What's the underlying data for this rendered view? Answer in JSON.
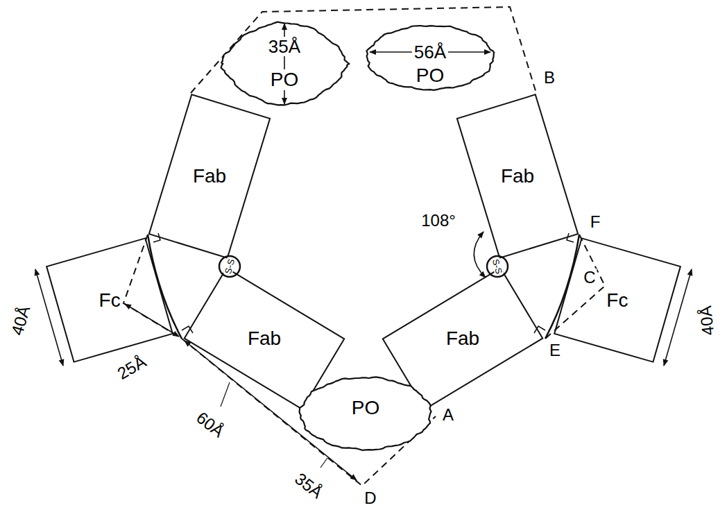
{
  "diagram": {
    "nodes": [
      {
        "text": [
          "35Å",
          "PO"
        ]
      },
      {
        "text": [
          "56Å",
          "PO"
        ]
      },
      {
        "text": [
          "Fab"
        ]
      },
      {
        "text": [
          "Fab"
        ]
      },
      {
        "text": [
          "Fc"
        ]
      },
      {
        "text": [
          "Fab"
        ]
      },
      {
        "text": [
          "Fab"
        ]
      },
      {
        "text": [
          "Fc"
        ]
      },
      {
        "text": [
          "PO"
        ]
      }
    ],
    "labels": [
      "108°",
      "S-S",
      "S-S",
      "40Å",
      "25Å",
      "60Å",
      "35Å",
      "40Å",
      "A",
      "B",
      "C",
      "D",
      "E",
      "F"
    ]
  }
}
